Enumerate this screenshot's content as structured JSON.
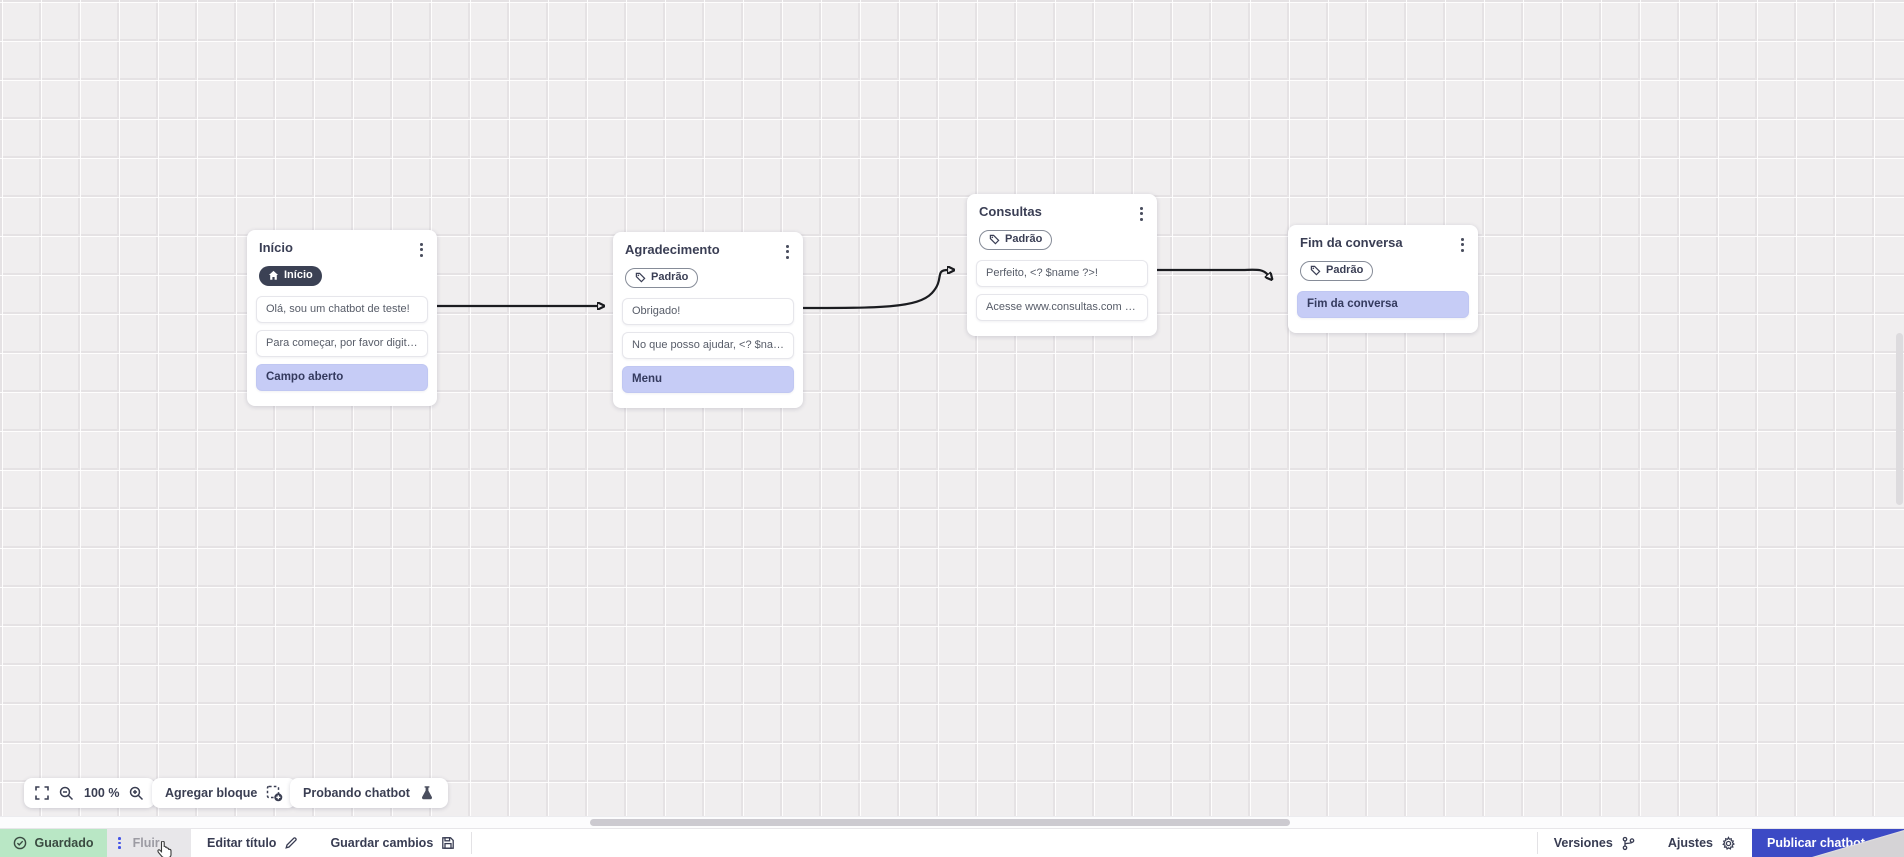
{
  "nodes": [
    {
      "title": "Início",
      "badge": "Início",
      "rows": [
        {
          "text": "Olá, sou um chatbot de teste!"
        },
        {
          "text": "Para começar, por favor digite o ..."
        },
        {
          "text": "Campo aberto"
        }
      ]
    },
    {
      "title": "Agradecimento",
      "badge": "Padrão",
      "rows": [
        {
          "text": "Obrigado!"
        },
        {
          "text": "No que posso ajudar, <? $name ..."
        },
        {
          "text": "Menu"
        }
      ]
    },
    {
      "title": "Consultas",
      "badge": "Padrão",
      "rows": [
        {
          "text": "Perfeito, <? $name ?>!"
        },
        {
          "text": "Acesse www.consultas.com par..."
        }
      ]
    },
    {
      "title": "Fim da conversa",
      "badge": "Padrão",
      "rows": [
        {
          "text": "Fim da conversa"
        }
      ]
    }
  ],
  "controls": {
    "zoom_level": "100 %",
    "add_block": "Agregar bloque",
    "test_chatbot": "Probando chatbot"
  },
  "statusbar": {
    "saved": "Guardado",
    "flow_tab": "Fluir",
    "edit_title": "Editar título",
    "save_changes": "Guardar cambios",
    "versions": "Versiones",
    "settings": "Ajustes",
    "publish": "Publicar chatbot"
  },
  "colors": {
    "publish_blue": "#3c4ac5",
    "kebab_blue": "#4353e8",
    "saved_green_bg": "#b9e7c5",
    "saved_green_text": "#3a4b41",
    "accent_row_purple": "#c6ccf6",
    "dark_badge": "#3b4154"
  }
}
